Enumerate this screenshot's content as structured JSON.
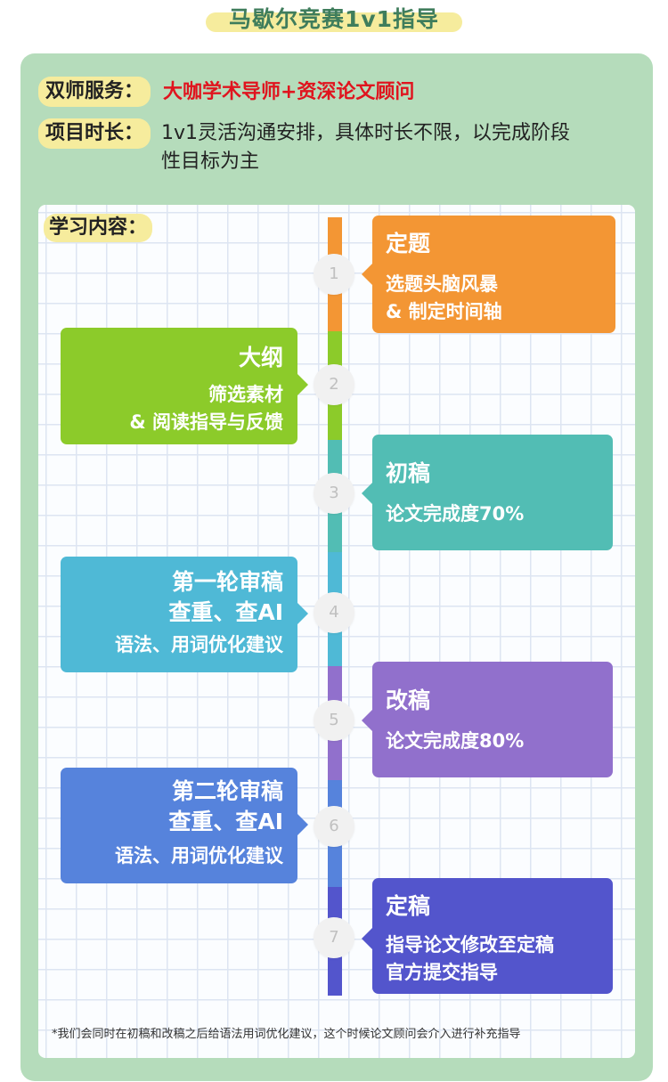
{
  "title": "马歇尔竞赛1v1指导",
  "service": {
    "label": "双师服务：",
    "value": "大咖学术导师+资深论文顾问"
  },
  "duration": {
    "label": "项目时长：",
    "value_line1": "1v1灵活沟通安排，具体时长不限，以完成阶段",
    "value_line2": "性目标为主"
  },
  "content_label": "学习内容：",
  "steps": [
    {
      "num": "1",
      "title": "定题",
      "lines": [
        "选题头脑风暴",
        "& 制定时间轴"
      ],
      "color": "#f39634"
    },
    {
      "num": "2",
      "title": "大纲",
      "lines": [
        "筛选素材",
        "& 阅读指导与反馈"
      ],
      "color": "#8ccb2a"
    },
    {
      "num": "3",
      "title": "初稿",
      "lines": [
        "论文完成度70%"
      ],
      "color": "#52bdb4"
    },
    {
      "num": "4",
      "title": "第一轮审稿",
      "title2": "查重、查AI",
      "lines": [
        "语法、用词优化建议"
      ],
      "color": "#4fb9d6"
    },
    {
      "num": "5",
      "title": "改稿",
      "lines": [
        "论文完成度80%"
      ],
      "color": "#9170cc"
    },
    {
      "num": "6",
      "title": "第二轮审稿",
      "title2": "查重、查AI",
      "lines": [
        "语法、用词优化建议"
      ],
      "color": "#5683dc"
    },
    {
      "num": "7",
      "title": "定稿",
      "lines": [
        "指导论文修改至定稿",
        "官方提交指导"
      ],
      "color": "#5355cc"
    }
  ],
  "footnote": "*我们会同时在初稿和改稿之后给语法用词优化建议，这个时候论文顾问会介入进行补充指导"
}
